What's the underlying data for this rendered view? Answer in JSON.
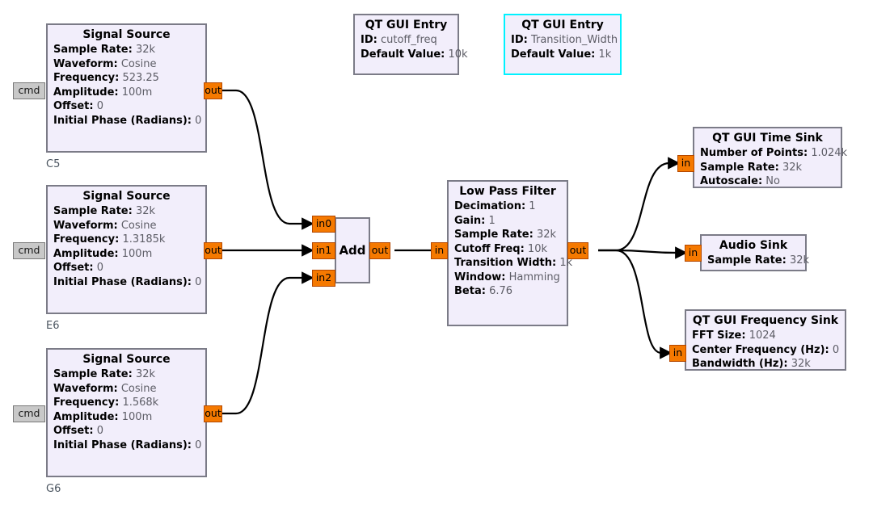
{
  "app": {
    "kind": "gnuradio-companion-flowgraph"
  },
  "colors": {
    "block_fill": "#f2eefb",
    "block_border": "#7b7b87",
    "selected_border": "#00f2ff",
    "port_stream": "#f57900",
    "port_message": "#c8c8c8",
    "wire": "#000000",
    "param_value": "#5d5d66",
    "block_id_label": "#4b5560"
  },
  "blocks": {
    "signal_source_c5": {
      "title": "Signal Source",
      "id_label": "C5",
      "params": [
        {
          "key": "Sample Rate:",
          "value": "32k"
        },
        {
          "key": "Waveform:",
          "value": "Cosine"
        },
        {
          "key": "Frequency:",
          "value": "523.25"
        },
        {
          "key": "Amplitude:",
          "value": "100m"
        },
        {
          "key": "Offset:",
          "value": "0"
        },
        {
          "key": "Initial Phase (Radians):",
          "value": "0"
        }
      ],
      "ports": {
        "msg_in": "cmd",
        "out": "out"
      }
    },
    "signal_source_e6": {
      "title": "Signal Source",
      "id_label": "E6",
      "params": [
        {
          "key": "Sample Rate:",
          "value": "32k"
        },
        {
          "key": "Waveform:",
          "value": "Cosine"
        },
        {
          "key": "Frequency:",
          "value": "1.3185k"
        },
        {
          "key": "Amplitude:",
          "value": "100m"
        },
        {
          "key": "Offset:",
          "value": "0"
        },
        {
          "key": "Initial Phase (Radians):",
          "value": "0"
        }
      ],
      "ports": {
        "msg_in": "cmd",
        "out": "out"
      }
    },
    "signal_source_g6": {
      "title": "Signal Source",
      "id_label": "G6",
      "params": [
        {
          "key": "Sample Rate:",
          "value": "32k"
        },
        {
          "key": "Waveform:",
          "value": "Cosine"
        },
        {
          "key": "Frequency:",
          "value": "1.568k"
        },
        {
          "key": "Amplitude:",
          "value": "100m"
        },
        {
          "key": "Offset:",
          "value": "0"
        },
        {
          "key": "Initial Phase (Radians):",
          "value": "0"
        }
      ],
      "ports": {
        "msg_in": "cmd",
        "out": "out"
      }
    },
    "qt_gui_entry_cutoff": {
      "title": "QT GUI Entry",
      "selected": false,
      "params": [
        {
          "key": "ID:",
          "value": "cutoff_freq"
        },
        {
          "key": "Default Value:",
          "value": "10k"
        }
      ]
    },
    "qt_gui_entry_transition": {
      "title": "QT GUI Entry",
      "selected": true,
      "params": [
        {
          "key": "ID:",
          "value": "Transition_Width"
        },
        {
          "key": "Default Value:",
          "value": "1k"
        }
      ]
    },
    "add": {
      "title": "Add",
      "ports": {
        "in0": "in0",
        "in1": "in1",
        "in2": "in2",
        "out": "out"
      }
    },
    "low_pass_filter": {
      "title": "Low Pass Filter",
      "params": [
        {
          "key": "Decimation:",
          "value": "1"
        },
        {
          "key": "Gain:",
          "value": "1"
        },
        {
          "key": "Sample Rate:",
          "value": "32k"
        },
        {
          "key": "Cutoff Freq:",
          "value": "10k"
        },
        {
          "key": "Transition Width:",
          "value": "1k"
        },
        {
          "key": "Window:",
          "value": "Hamming"
        },
        {
          "key": "Beta:",
          "value": "6.76"
        }
      ],
      "ports": {
        "in": "in",
        "out": "out"
      }
    },
    "qt_gui_time_sink": {
      "title": "QT GUI Time Sink",
      "params": [
        {
          "key": "Number of Points:",
          "value": "1.024k"
        },
        {
          "key": "Sample Rate:",
          "value": "32k"
        },
        {
          "key": "Autoscale:",
          "value": "No"
        }
      ],
      "ports": {
        "in": "in"
      }
    },
    "audio_sink": {
      "title": "Audio Sink",
      "params": [
        {
          "key": "Sample Rate:",
          "value": "32k"
        }
      ],
      "ports": {
        "in": "in"
      }
    },
    "qt_gui_frequency_sink": {
      "title": "QT GUI Frequency Sink",
      "params": [
        {
          "key": "FFT Size:",
          "value": "1024"
        },
        {
          "key": "Center Frequency (Hz):",
          "value": "0"
        },
        {
          "key": "Bandwidth (Hz):",
          "value": "32k"
        }
      ],
      "ports": {
        "in": "in"
      }
    }
  }
}
